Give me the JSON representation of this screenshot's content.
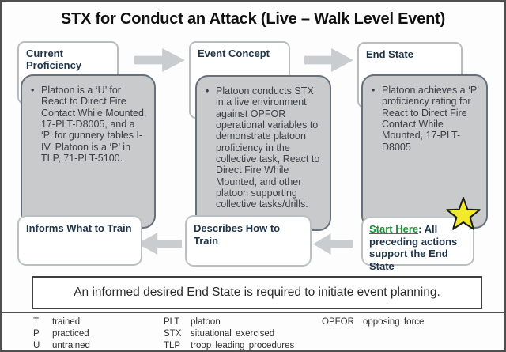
{
  "title": "STX for Conduct an Attack (Live – Walk Level Event)",
  "glyphs": {
    "bullet": "•"
  },
  "colors": {
    "accent_navy": "#1e3448",
    "start_here_green": "#1d9038",
    "star_yellow": "#f2e928",
    "box_gray_fill": "#c9cacb",
    "box_gray_border": "#66717b",
    "arrow_gray": "#c9cdd0"
  },
  "columns": [
    {
      "header": "Current Proficiency",
      "body": "Platoon is a ‘U’ for React to Direct Fire Contact While Mounted, 17-PLT-D8005, and a ‘P’ for gunnery tables I-IV. Platoon is a ‘P’ in TLP, 71-PLT-5100.",
      "footer": "Informs What to Train"
    },
    {
      "header": "Event Concept",
      "body": "Platoon conducts STX in a live environment against OPFOR operational variables to demonstrate platoon proficiency in the collective task, React to Direct Fire While Mounted, and other platoon supporting collective tasks/drills.",
      "footer": "Describes How to Train"
    },
    {
      "header": "End State",
      "body": "Platoon achieves a ‘P’ proficiency rating for React to Direct Fire Contact While Mounted, 17-PLT-D8005",
      "footer_start": "Start Here",
      "footer_sep": ": ",
      "footer_rest": "All preceding actions support the End State"
    }
  ],
  "banner": "An informed desired End State is required to initiate event planning.",
  "legend": {
    "col1": [
      {
        "abbr": "T",
        "def": "trained"
      },
      {
        "abbr": "P",
        "def": "practiced"
      },
      {
        "abbr": "U",
        "def": "untrained"
      }
    ],
    "col2": [
      {
        "abbr": "PLT",
        "def": "platoon"
      },
      {
        "abbr": "STX",
        "def": "situational exercised"
      },
      {
        "abbr": "TLP",
        "def": "troop leading procedures"
      }
    ],
    "col3": [
      {
        "abbr": "OPFOR",
        "def": "opposing force"
      }
    ]
  }
}
